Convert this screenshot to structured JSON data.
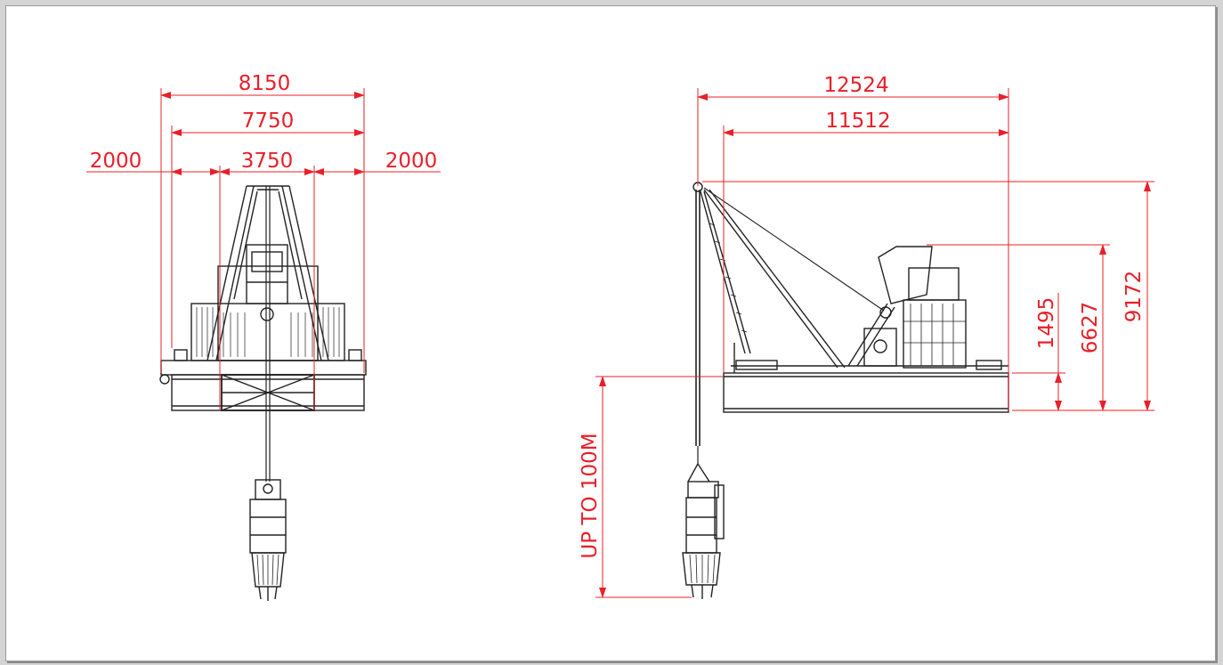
{
  "colors": {
    "dimension": "#e8202a",
    "machine": "#222222",
    "background": "#ffffff",
    "border": "#9a9a9a"
  },
  "front_view": {
    "dims": {
      "overall_width": "8150",
      "width_a": "7750",
      "center_width": "3750",
      "left_offset": "2000",
      "right_offset": "2000"
    }
  },
  "side_view": {
    "dims": {
      "overall_length": "12524",
      "hull_length": "11512",
      "deck_height": "1495",
      "cabin_height": "6627",
      "boom_height": "9172",
      "depth": "UP TO 100M"
    }
  }
}
